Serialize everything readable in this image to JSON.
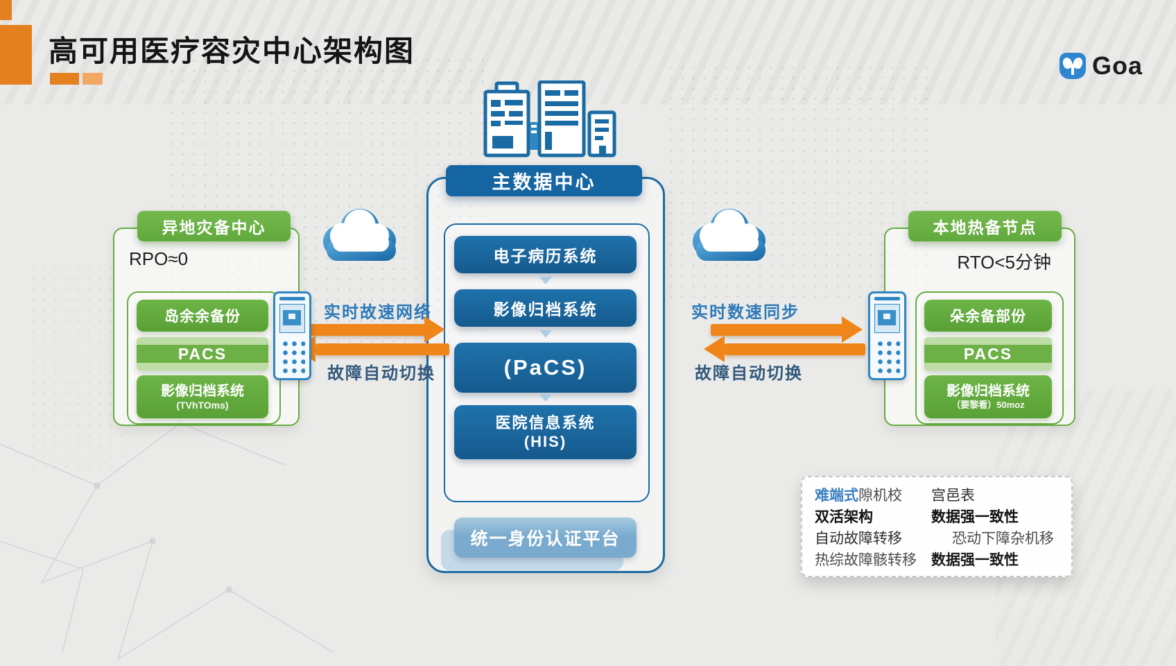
{
  "page": {
    "title": "高可用医疗容灾中心架构图"
  },
  "logo": {
    "text": "Goa"
  },
  "center": {
    "header": "主数据中心",
    "box1": "电子病历系统",
    "box2": "影像归档系统",
    "box3": "(PaCS)",
    "box4_line1": "医院信息系统",
    "box4_line2": "(HIS)",
    "platform": "统一身份认证平台"
  },
  "left_panel": {
    "header": "异地灾备中心",
    "metric": "RPO≈0",
    "box1": "岛余余备份",
    "box2": "PACS",
    "box3_line1": "影像归档系统",
    "box3_line2": "(TVhTOms)"
  },
  "right_panel": {
    "header": "本地热备节点",
    "metric": "RTO<5分钟",
    "box1": "朵余备部份",
    "box2": "PACS",
    "box3_line1": "影像归档系统",
    "box3_line2": "（要黎看）50moz"
  },
  "left_link": {
    "top_label": "实时故速网络",
    "bottom_label": "故障自动切换"
  },
  "right_link": {
    "top_label": "实时数速同步",
    "bottom_label": "故障自动切换"
  },
  "legend": {
    "row1": {
      "left_blue": "难端式",
      "left_rest": "隙机校",
      "right": "宫邑表"
    },
    "row2": {
      "left": "双活架构",
      "right": "数据强一致性"
    },
    "row3": {
      "left": "自动故障转移",
      "right": "恐动下障杂机移"
    },
    "row4": {
      "left": "热综故障骸转移",
      "right": "数据强一致性"
    }
  },
  "colors": {
    "primary_blue": "#1565a3",
    "light_blue": "#7aabce",
    "green": "#6ab344",
    "arrow_orange": "#f08519",
    "accent_orange": "#e5801f"
  }
}
